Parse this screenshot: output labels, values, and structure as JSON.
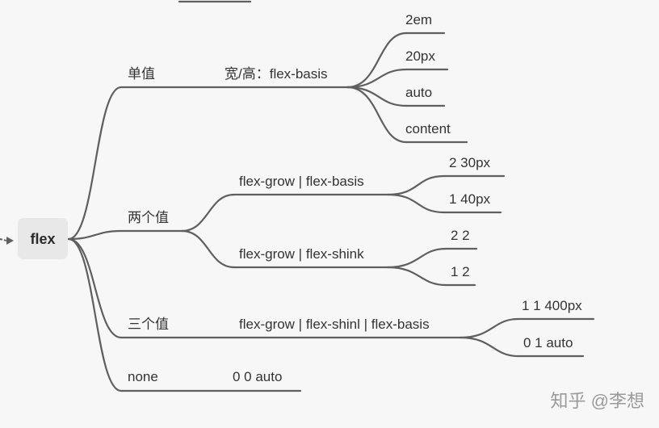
{
  "mindmap": {
    "root": "flex",
    "branches": {
      "single": {
        "label": "单值",
        "sub": "宽/高：flex-basis",
        "leaves": [
          "2em",
          "20px",
          "auto",
          "content"
        ]
      },
      "double": {
        "label": "两个值",
        "sub_a": {
          "label": "flex-grow | flex-basis",
          "leaves": [
            "2 30px",
            "1 40px"
          ]
        },
        "sub_b": {
          "label": "flex-grow | flex-shink",
          "leaves": [
            "2 2",
            "1 2"
          ]
        }
      },
      "triple": {
        "label": "三个值",
        "sub": "flex-grow | flex-shinl | flex-basis",
        "leaves": [
          "1 1 400px",
          "0 1 auto"
        ]
      },
      "none": {
        "label": "none",
        "sub": "0 0 auto"
      }
    }
  },
  "watermark": "知乎 @李想"
}
